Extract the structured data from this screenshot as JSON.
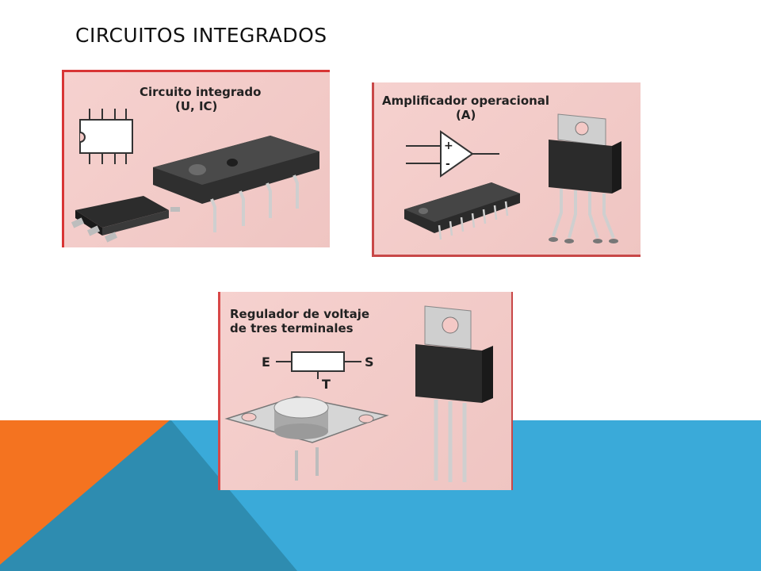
{
  "slide": {
    "title": "CIRCUITOS INTEGRADOS"
  },
  "panels": {
    "integrated_circuit": {
      "label_line1": "Circuito integrado",
      "label_line2": "(U, IC)"
    },
    "op_amp": {
      "label_line1": "Amplificador operacional",
      "label_line2": "(A)",
      "plus_sign": "+",
      "minus_sign": "-"
    },
    "regulator": {
      "label_line1": "Regulador de voltaje",
      "label_line2": "de tres terminales",
      "input_terminal": "E",
      "output_terminal": "S",
      "ground_terminal": "T"
    }
  },
  "colors": {
    "orange": "#f47320",
    "blue": "#3aaad9",
    "dark_blue": "#2f8db0",
    "panel_pink": "#f4c9c6",
    "panel_border": "#d83535"
  }
}
